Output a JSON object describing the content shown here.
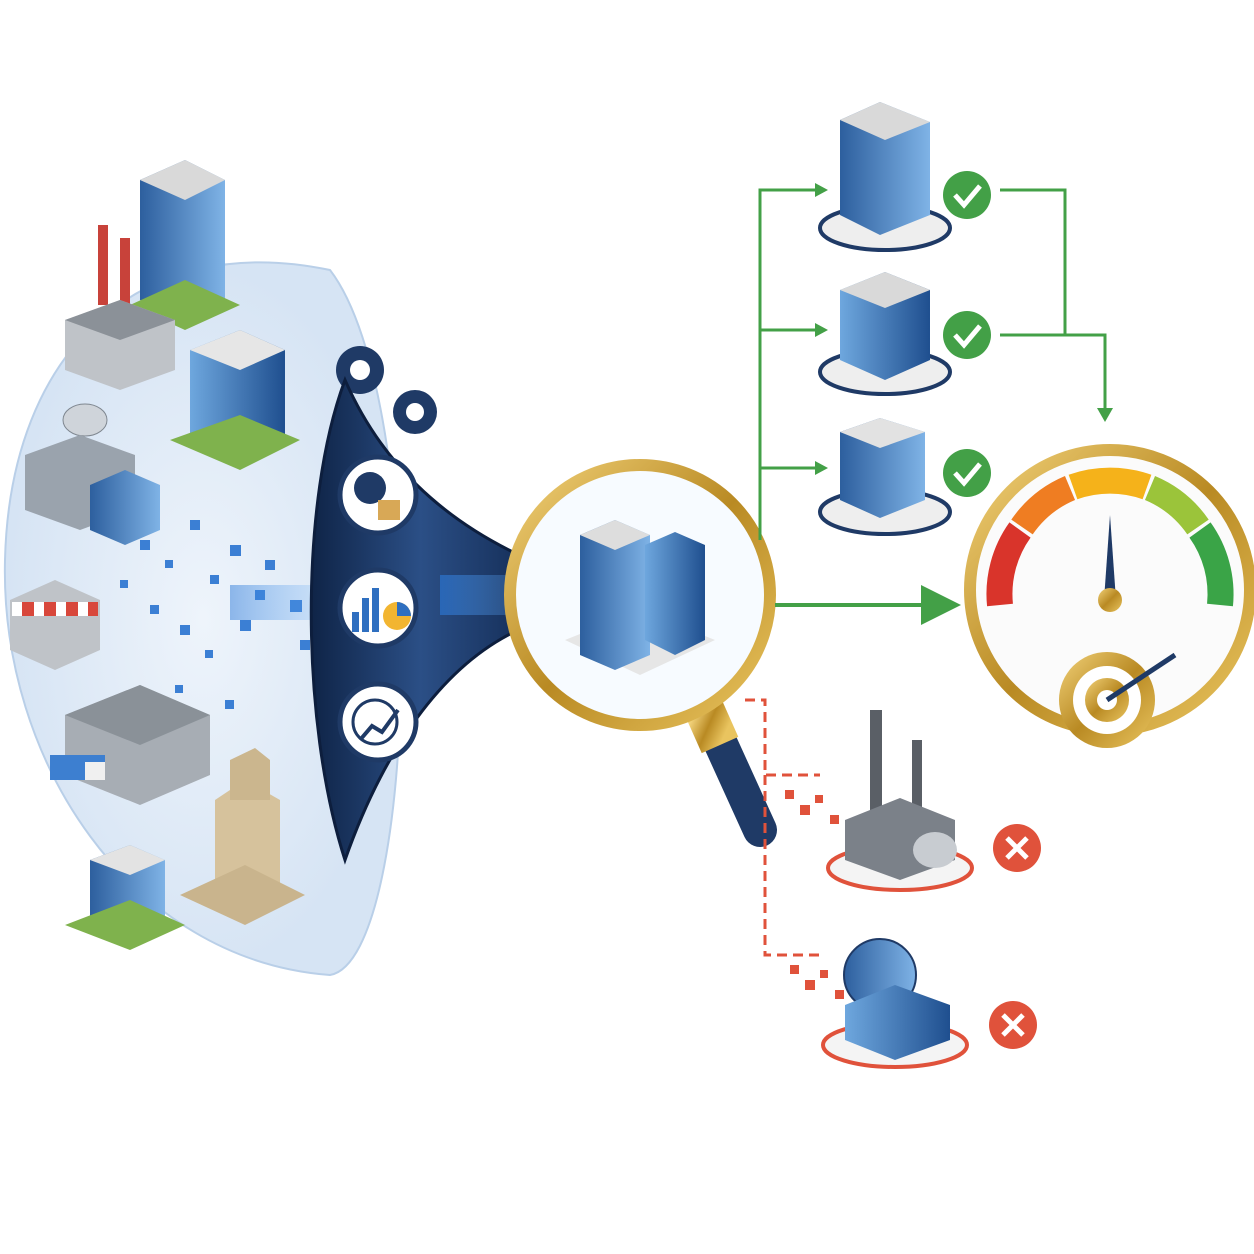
{
  "diagram": {
    "type": "company-screening-funnel",
    "colors": {
      "background": "#ffffff",
      "navy": "#1f3a66",
      "glass_blue": "#3f7fc6",
      "glass_light": "#8fc0ee",
      "gold": "#c9a23a",
      "accept_green": "#43a047",
      "reject_red": "#e0523b",
      "pool_tint": "#dbe7f5",
      "data_pixel": "#3b7fd4"
    },
    "source_pool": {
      "buildings": [
        {
          "name": "tower-headquarters"
        },
        {
          "name": "factory-with-smokestacks"
        },
        {
          "name": "office-block"
        },
        {
          "name": "telecom-building-with-dish"
        },
        {
          "name": "storefront-with-awning"
        },
        {
          "name": "warehouse-with-truck"
        },
        {
          "name": "art-deco-skyscraper"
        },
        {
          "name": "small-office"
        }
      ]
    },
    "funnel": {
      "stages": [
        {
          "icon": "gear-box-icon"
        },
        {
          "icon": "bar-pie-chart-icon"
        },
        {
          "icon": "globe-trend-icon"
        }
      ],
      "gears": 2
    },
    "magnifier": {
      "subject": "selected-office-tower"
    },
    "accepted": [
      {
        "icon": "check-icon"
      },
      {
        "icon": "check-icon"
      },
      {
        "icon": "check-icon"
      }
    ],
    "rejected": [
      {
        "subject": "industrial-plant",
        "icon": "cross-icon"
      },
      {
        "subject": "globe-dome-building",
        "icon": "cross-icon"
      }
    ],
    "gauge": {
      "segments": [
        "#d9342b",
        "#ef7d22",
        "#f5b21a",
        "#9bc43a",
        "#3aa447"
      ],
      "needle_fraction": 0.5,
      "target_icon": "target-arrow-icon"
    }
  }
}
